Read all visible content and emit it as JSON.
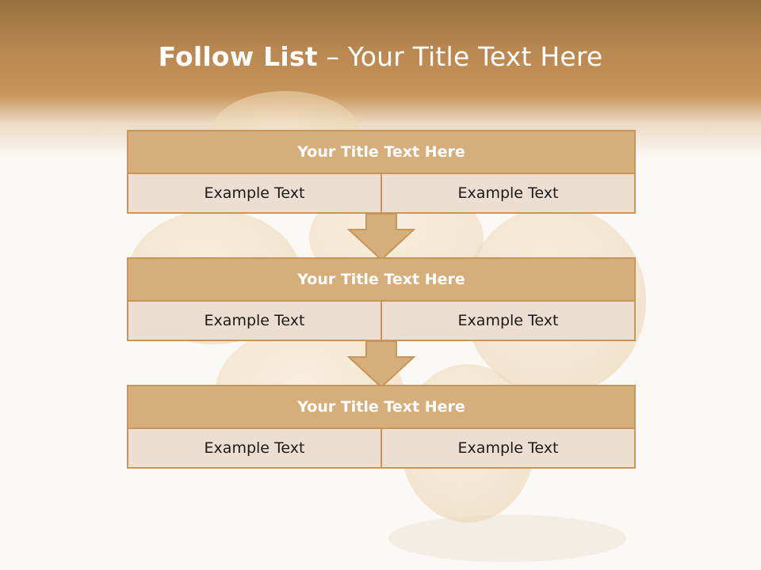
{
  "slide": {
    "title_bold": "Follow List",
    "title_rest": " – Your Title Text Here"
  },
  "blocks": [
    {
      "title": "Your Title Text Here",
      "cells": [
        "Example Text",
        "Example Text"
      ]
    },
    {
      "title": "Your Title Text Here",
      "cells": [
        "Example Text",
        "Example Text"
      ]
    },
    {
      "title": "Your Title Text Here",
      "cells": [
        "Example Text",
        "Example Text"
      ]
    }
  ],
  "colors": {
    "header_brown": "#96703f",
    "accent_tan": "#c8955a",
    "title_fill": "#d6ae7b",
    "cell_fill": "#ecdfd1"
  },
  "icons": [
    "down-arrow-icon",
    "down-arrow-icon"
  ]
}
